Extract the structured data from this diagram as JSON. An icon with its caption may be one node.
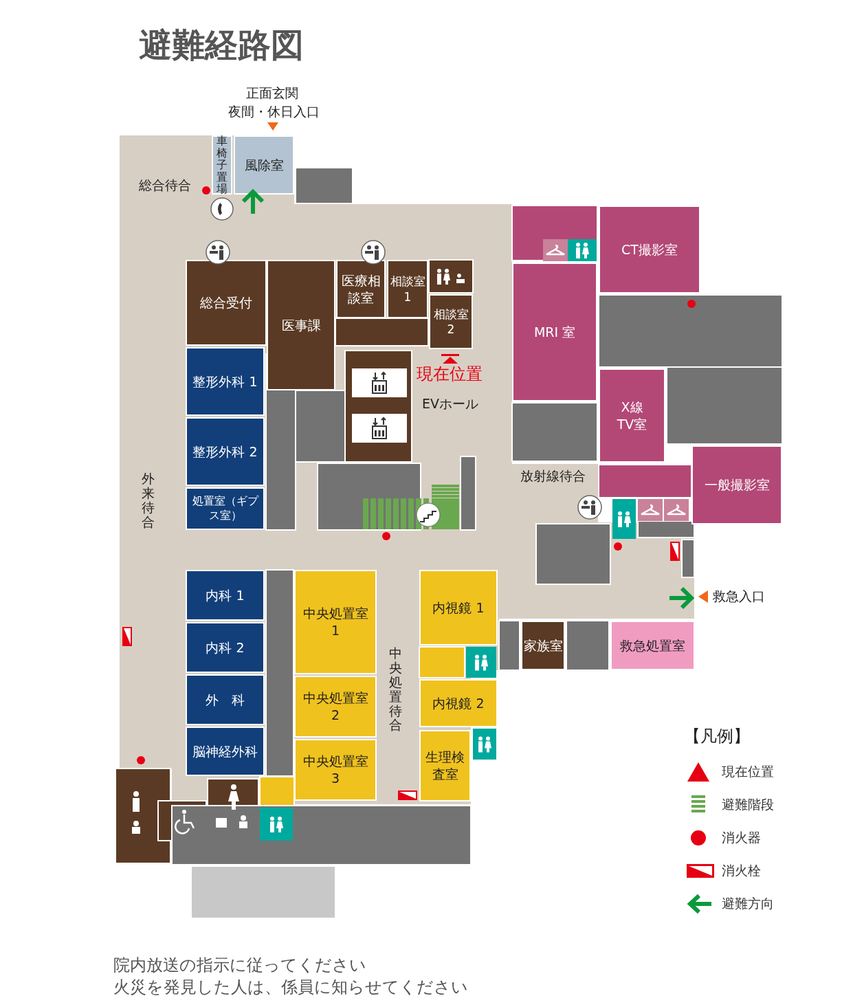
{
  "diagram": {
    "title": "避難経路図",
    "nodes": [
      {
        "text": [
          "車椅子置場"
        ]
      },
      {
        "text": [
          "風除室"
        ]
      },
      {
        "text": [
          "総合受付"
        ]
      },
      {
        "text": [
          "医事課"
        ]
      },
      {
        "text": [
          "医療相談室"
        ]
      },
      {
        "text": [
          "相談室1"
        ]
      },
      {
        "text": [
          "相談室2"
        ]
      },
      {
        "text": [
          "CT撮影室"
        ]
      },
      {
        "text": [
          "MRI 室"
        ]
      },
      {
        "text": [
          "X線TV室"
        ]
      },
      {
        "text": [
          "一般撮影室"
        ]
      },
      {
        "text": [
          "整形外科 1"
        ]
      },
      {
        "text": [
          "整形外科 2"
        ]
      },
      {
        "text": [
          "処置室（ギプス室）"
        ]
      },
      {
        "text": [
          "内科 1"
        ]
      },
      {
        "text": [
          "内科 2"
        ]
      },
      {
        "text": [
          "外　科"
        ]
      },
      {
        "text": [
          "脳神経外科"
        ]
      },
      {
        "text": [
          "中央処置室1"
        ]
      },
      {
        "text": [
          "中央処置室2"
        ]
      },
      {
        "text": [
          "中央処置室3"
        ]
      },
      {
        "text": [
          "内視鏡 1"
        ]
      },
      {
        "text": [
          "内視鏡 2"
        ]
      },
      {
        "text": [
          "生理検査室"
        ]
      },
      {
        "text": [
          "家族室"
        ]
      },
      {
        "text": [
          "救急処置室"
        ]
      }
    ],
    "edges": [],
    "labels": [
      "正面玄関",
      "夜間・休日入口",
      "総合待合",
      "現在位置",
      "EVホール",
      "放射線待合",
      "外来待合",
      "中央処置待合",
      "救急入口",
      "【凡例】",
      "院内放送の指示に従ってください",
      "火災を発見した人は、係員に知らせてください"
    ],
    "legend": [
      {
        "text": "現在位置"
      },
      {
        "text": "避難階段"
      },
      {
        "text": "消火器"
      },
      {
        "text": "消火栓"
      },
      {
        "text": "避難方向"
      }
    ]
  }
}
